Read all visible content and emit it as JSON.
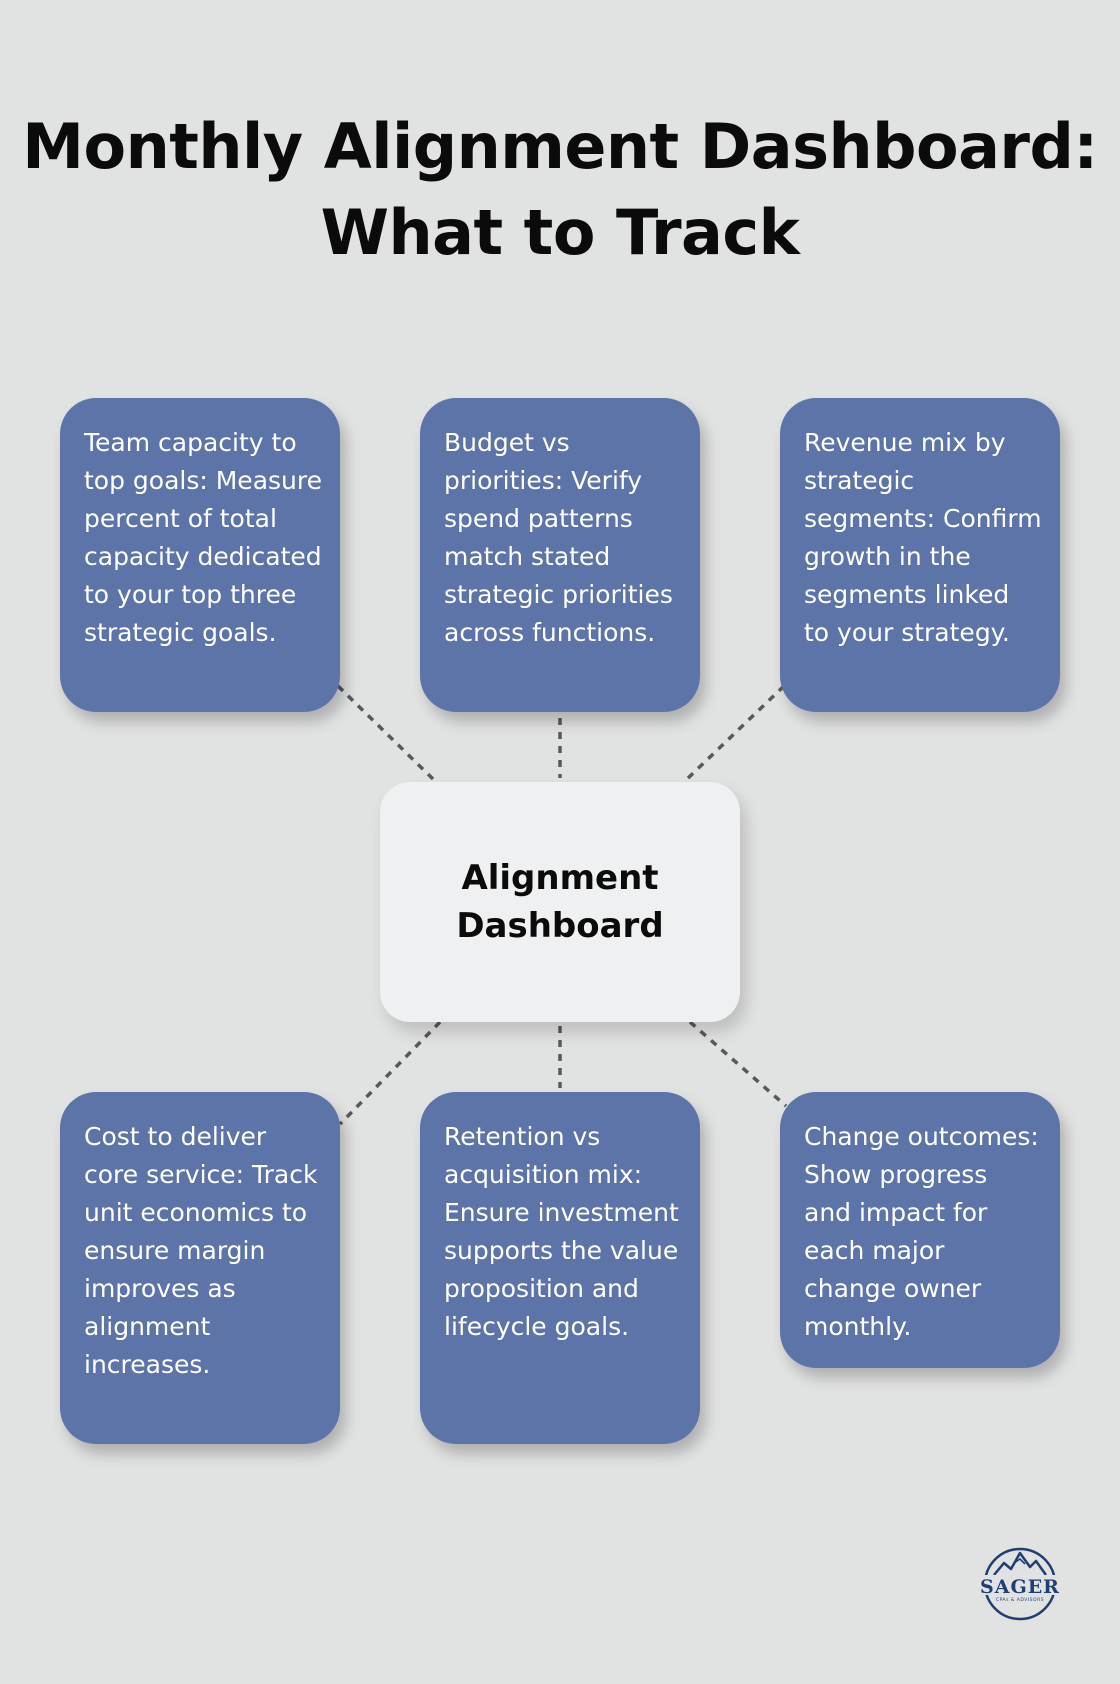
{
  "title": {
    "line1": "Monthly Alignment Dashboard:",
    "line2": "What to Track"
  },
  "center": {
    "label": "Alignment Dashboard"
  },
  "cards": [
    {
      "text": "Team capacity to top goals: Measure percent of total capacity dedicated to your top three strategic goals."
    },
    {
      "text": "Budget vs priorities: Verify spend patterns match stated strategic priorities across functions."
    },
    {
      "text": "Revenue mix by strategic segments: Confirm growth in the segments linked to your strategy."
    },
    {
      "text": "Cost to deliver core service: Track unit economics to ensure margin improves as alignment increases."
    },
    {
      "text": "Retention vs acquisition mix: Ensure investment supports the value proposition and lifecycle goals."
    },
    {
      "text": "Change outcomes: Show progress and impact for each major change owner monthly."
    }
  ],
  "logo": {
    "name": "SAGER",
    "tagline": "CPAs & ADVISORS"
  },
  "colors": {
    "background": "#e1e2e2",
    "card": "#5d74a8",
    "center_box": "#eff0f1",
    "connector": "#595959",
    "logo": "#1f3f73"
  }
}
